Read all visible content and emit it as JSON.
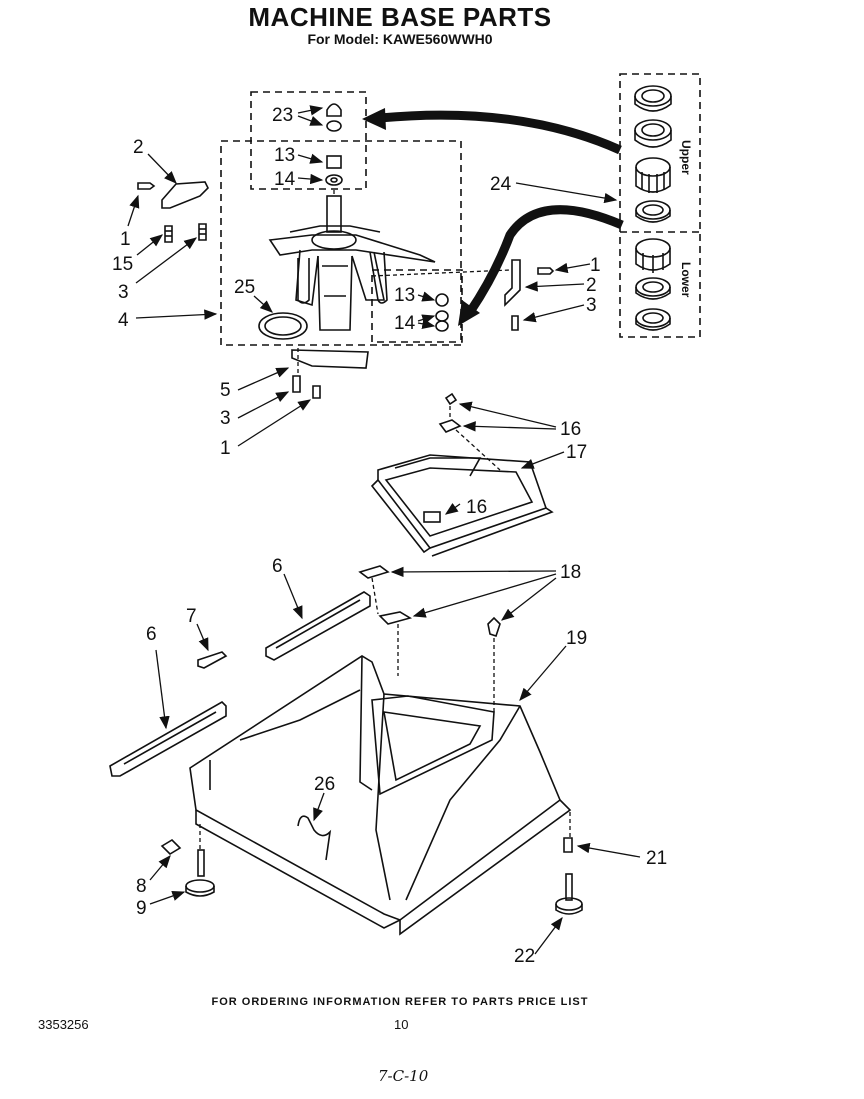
{
  "header": {
    "title": "MACHINE BASE PARTS",
    "model_line": "For Model: KAWE560WWH0"
  },
  "callouts": {
    "c1a": "1",
    "c1b": "1",
    "c1c": "1",
    "c2a": "2",
    "c2b": "2",
    "c3a": "3",
    "c3b": "3",
    "c3c": "3",
    "c4": "4",
    "c5": "5",
    "c6a": "6",
    "c6b": "6",
    "c7": "7",
    "c8": "8",
    "c9": "9",
    "c13a": "13",
    "c13b": "13",
    "c14a": "14",
    "c14b": "14",
    "c15": "15",
    "c16a": "16",
    "c16b": "16",
    "c17": "17",
    "c18": "18",
    "c19": "19",
    "c21": "21",
    "c22": "22",
    "c23": "23",
    "c24": "24",
    "c25": "25",
    "c26": "26"
  },
  "bearing_kit": {
    "upper_label": "Upper",
    "lower_label": "Lower"
  },
  "footer": {
    "ordering_note": "FOR ORDERING INFORMATION REFER TO PARTS PRICE LIST",
    "doc_number": "3353256",
    "page_number": "10",
    "handwritten_code": "7-C-10"
  }
}
